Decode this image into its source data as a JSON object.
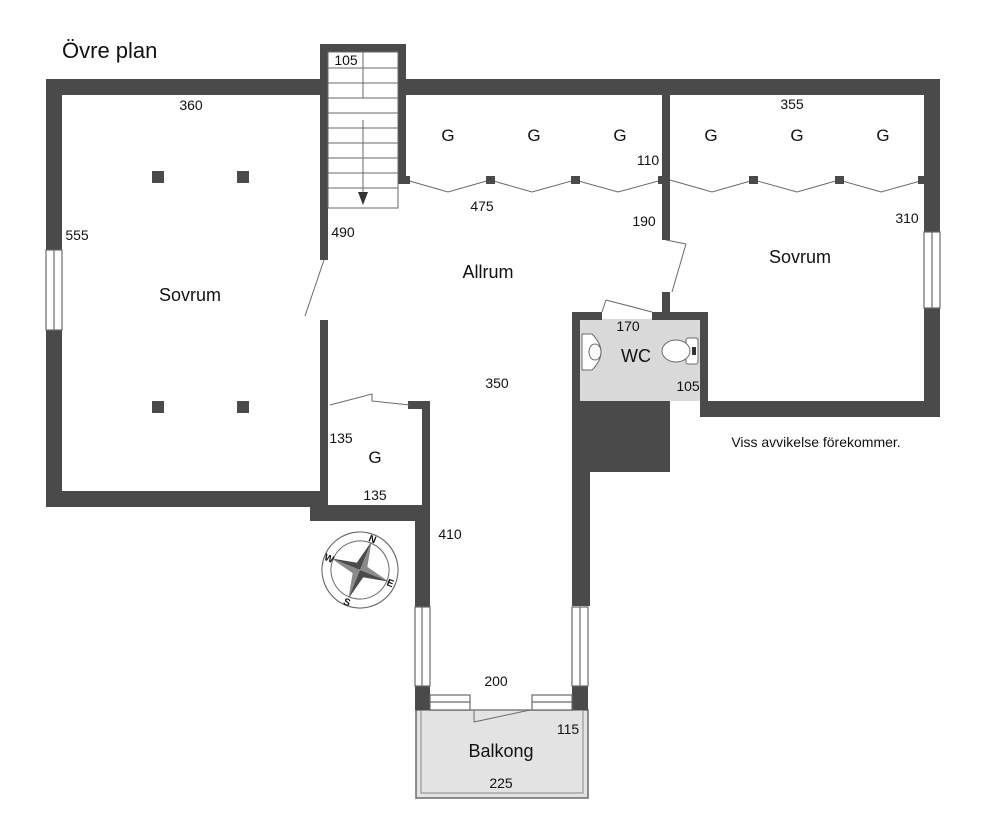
{
  "title": "Övre plan",
  "note": "Viss avvikelse förekommer.",
  "colors": {
    "wall": "#4a4a4a",
    "wet_room": "#d9d9d9",
    "balcony": "#e3e3e3",
    "window": "#ffffff",
    "line": "#6a6a6a"
  },
  "rooms": {
    "sovrum_west": "Sovrum",
    "sovrum_east": "Sovrum",
    "allrum": "Allrum",
    "wc": "WC",
    "storage": "G",
    "balkong": "Balkong"
  },
  "wardrobe_label": "G",
  "dimensions": {
    "stair_width": "105",
    "sovrum_west_width": "360",
    "sovrum_west_depth": "555",
    "sovrum_east_width": "355",
    "sovrum_east_depth": "310",
    "wardrobe_depth": "110",
    "wardrobe_width": "475",
    "allrum_depth": "490",
    "allrum_upper": "190",
    "wc_width": "170",
    "wc_depth": "105",
    "allrum_length": "350",
    "storage_depth": "135",
    "storage_width": "135",
    "corridor_length": "410",
    "corridor_width": "200",
    "balkong_depth": "115",
    "balkong_width": "225"
  },
  "compass": {
    "north": "N",
    "east": "E",
    "south": "S",
    "west": "W"
  },
  "icons": [
    "compass-icon",
    "stair-arrow-icon",
    "sink-icon",
    "toilet-icon",
    "door-swing-icon"
  ]
}
